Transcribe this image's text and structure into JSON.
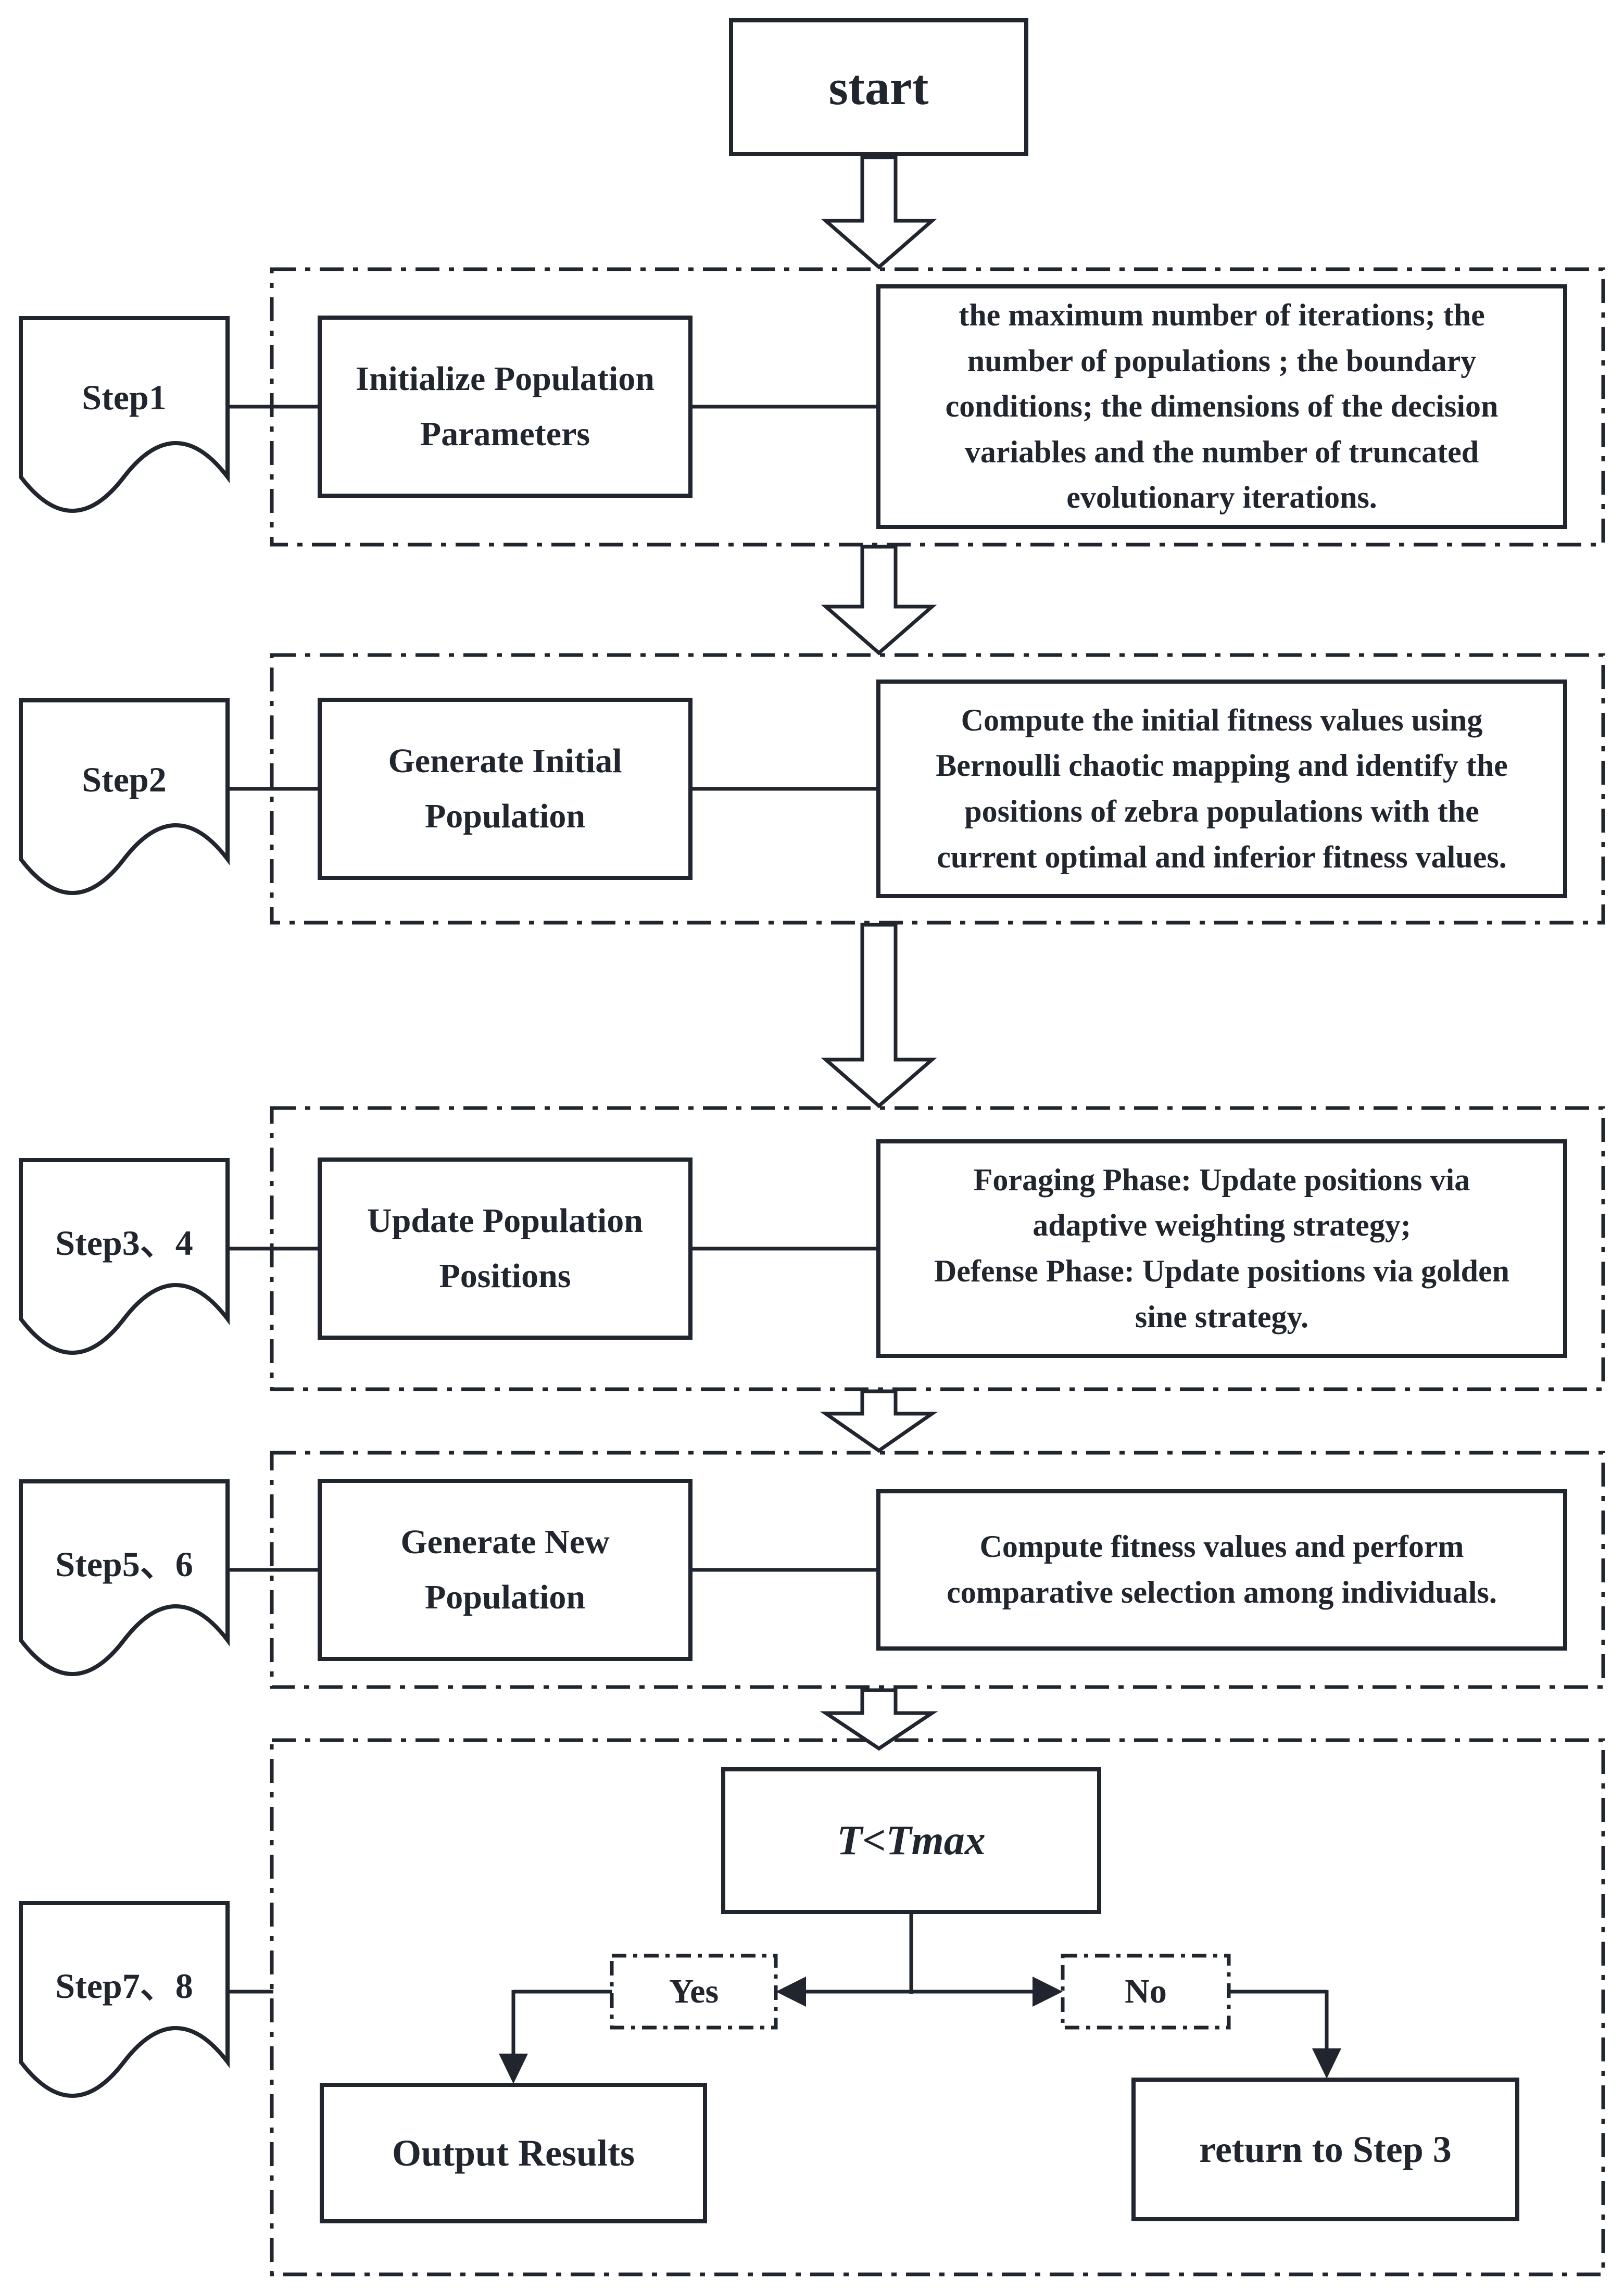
{
  "page": {
    "background_color": "#ffffff",
    "ink_color": "#20252e"
  },
  "flow": {
    "start_label": "start",
    "sections": [
      {
        "step": "Step1",
        "action": "Initialize Population Parameters",
        "detail": "the maximum number of iterations; the number of populations ; the boundary conditions; the dimensions of the decision variables and the number of truncated evolutionary iterations."
      },
      {
        "step": "Step2",
        "action": "Generate Initial Population",
        "detail": "Compute the initial fitness values using Bernoulli chaotic mapping and identify the positions of zebra populations with the current optimal and inferior fitness values."
      },
      {
        "step": "Step3、4",
        "action": "Update Population Positions",
        "detail": "Foraging Phase: Update positions via adaptive weighting strategy;\nDefense Phase: Update positions via golden sine strategy."
      },
      {
        "step": "Step5、6",
        "action": "Generate New Population",
        "detail": "Compute fitness values and perform comparative selection among individuals."
      }
    ],
    "decision": {
      "step": "Step7、8",
      "condition": "T<Tmax",
      "yes_label": "Yes",
      "no_label": "No",
      "yes_result": "Output Results",
      "no_result": "return to Step 3"
    }
  }
}
